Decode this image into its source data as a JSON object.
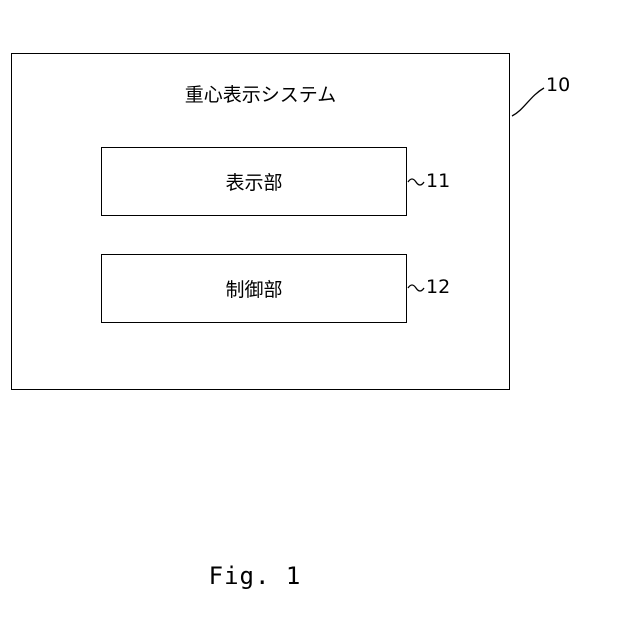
{
  "diagram": {
    "system": {
      "title": "重心表示システム",
      "ref": "10"
    },
    "blocks": [
      {
        "label": "表示部",
        "ref": "11"
      },
      {
        "label": "制御部",
        "ref": "12"
      }
    ]
  },
  "caption": "Fig. 1"
}
